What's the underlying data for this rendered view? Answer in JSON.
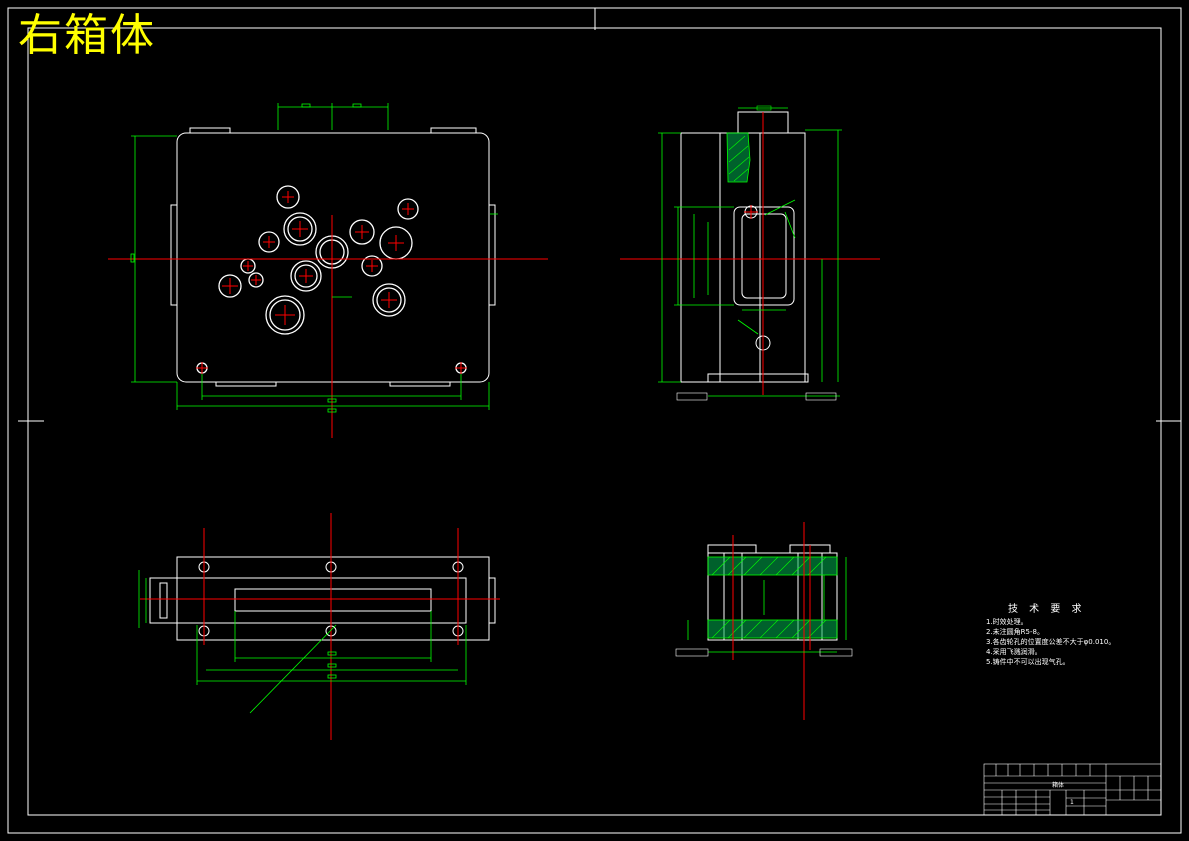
{
  "drawing": {
    "title": "右箱体",
    "tech_requirements": {
      "heading": "技 术 要 求",
      "items": [
        "1.时效处理。",
        "2.未注圆角R5-8。",
        "3.各齿轮孔的位置度公差不大于φ0.010。",
        "4.采用飞溅润滑。",
        "5.铸件中不可以出现气孔。"
      ]
    },
    "title_block": {
      "part_name": "箱体",
      "count": "1"
    }
  }
}
